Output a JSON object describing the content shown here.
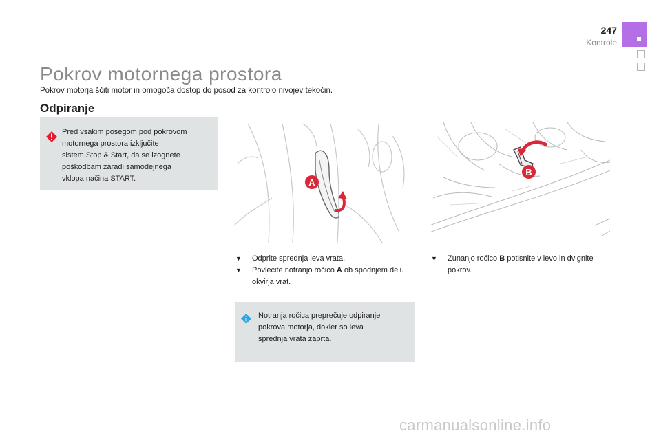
{
  "header": {
    "page_number": "247",
    "section": "Kontrole"
  },
  "title": "Pokrov motornega prostora",
  "intro": "Pokrov motorja ščiti motor in omogoča dostop do posod za kontrolo nivojev tekočin.",
  "subtitle": "Odpiranje",
  "warning": {
    "lines": [
      "Pred vsakim posegom pod pokrovom",
      "motornega prostora izključite",
      "sistem Stop & Start, da se izognete",
      "poškodbam zaradi samodejnega",
      "vklopa načina START."
    ],
    "icon": "warning-icon",
    "accent": "#e8192c"
  },
  "figure_a": {
    "label": "A"
  },
  "figure_b": {
    "label": "B"
  },
  "steps_left": {
    "step1": "Odprite sprednja leva vrata.",
    "step2_pre": "Povlecite notranjo ročico ",
    "step2_bold": "A",
    "step2_post": " ob spodnjem delu okvirja vrat."
  },
  "steps_right": {
    "step1_pre": "Zunanjo ročico ",
    "step1_bold": "B",
    "step1_post": " potisnite v levo in dvignite pokrov."
  },
  "info": {
    "lines": [
      "Notranja ročica preprečuje odpiranje",
      "pokrova motorja, dokler so leva",
      "sprednja vrata zaprta."
    ],
    "icon": "info-icon",
    "accent": "#2aa7e0"
  },
  "watermark": "carmanualsonline.info",
  "colors": {
    "tab_accent": "#b56fe6",
    "box_bg": "#dfe3e4",
    "callout_red": "#d9283a"
  }
}
